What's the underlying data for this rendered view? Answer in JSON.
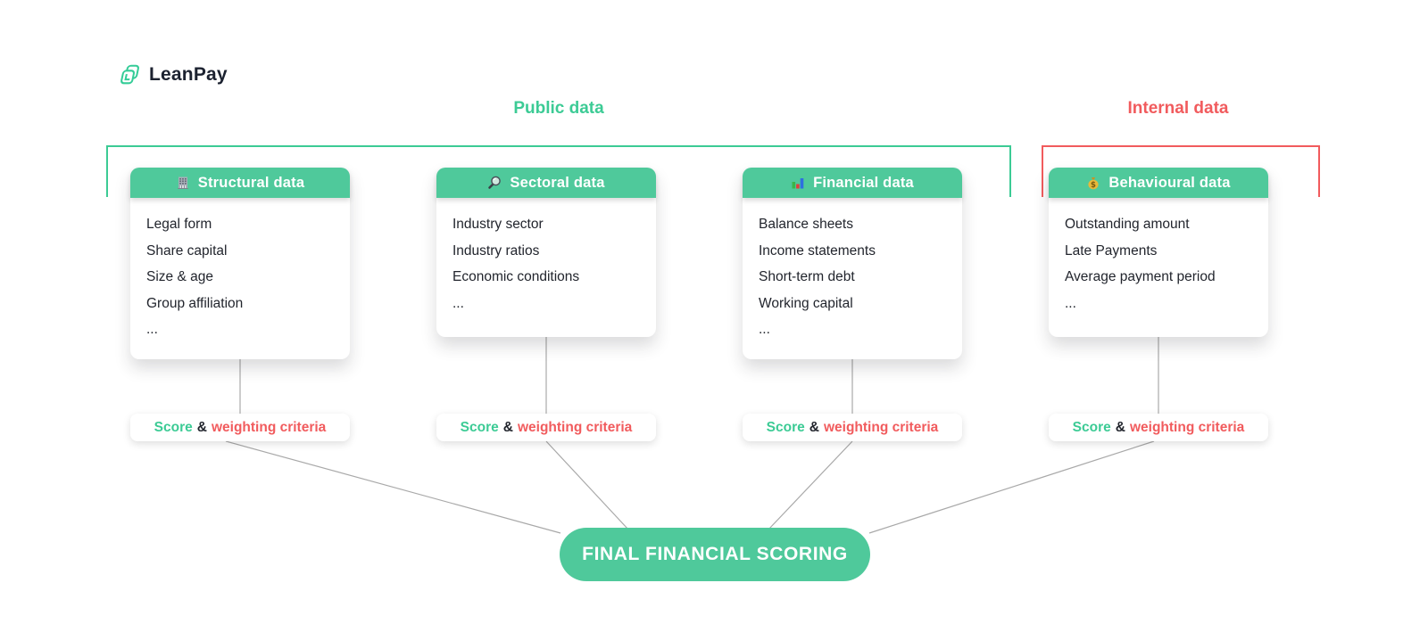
{
  "brand": {
    "name": "LeanPay",
    "logo_icon": "leanpay-logo-icon"
  },
  "group_labels": {
    "public": "Public data",
    "internal": "Internal data"
  },
  "cards": [
    {
      "icon": "building-icon",
      "title": "Structural data",
      "items": [
        "Legal form",
        "Share capital",
        "Size & age",
        "Group affiliation",
        "..."
      ]
    },
    {
      "icon": "magnifier-icon",
      "title": "Sectoral data",
      "items": [
        "Industry sector",
        "Industry ratios",
        "Economic conditions",
        "..."
      ]
    },
    {
      "icon": "bar-chart-icon",
      "title": "Financial data",
      "items": [
        "Balance sheets",
        "Income statements",
        "Short-term debt",
        "Working capital",
        "..."
      ]
    },
    {
      "icon": "money-bag-icon",
      "title": "Behavioural data",
      "items": [
        "Outstanding amount",
        "Late Payments",
        "Average payment period",
        "..."
      ]
    }
  ],
  "score_pill": {
    "score_label": "Score",
    "amp": "&",
    "weighting_label": "weighting criteria"
  },
  "final_node_label": "FINAL FINANCIAL SCORING",
  "colors": {
    "brand_green": "#3CCB95",
    "header_green": "#4FC99B",
    "accent_red": "#F15B5D",
    "dark_text": "#22252D",
    "connector_grey": "#A9A9A9"
  }
}
